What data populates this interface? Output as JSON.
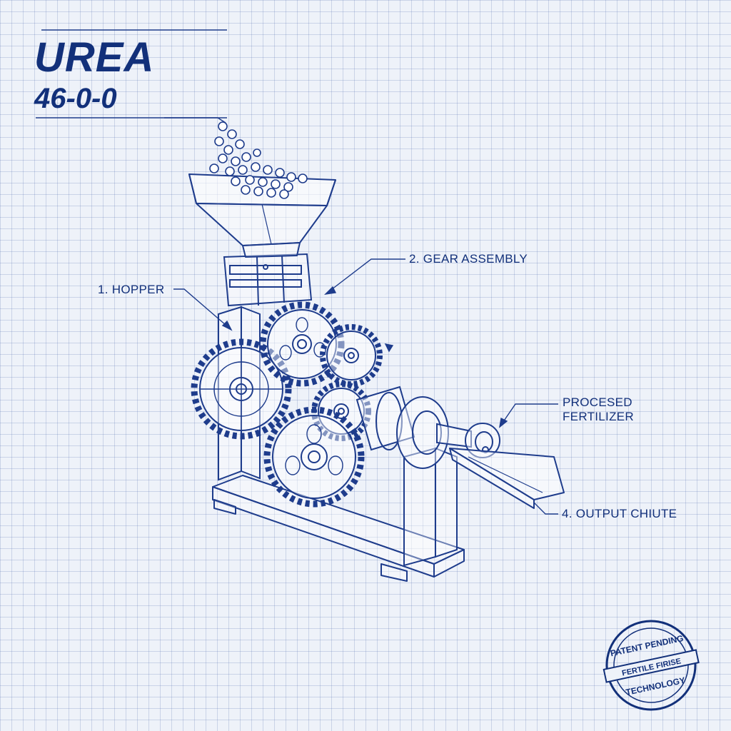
{
  "title": "UREA",
  "subtitle": "46-0-0",
  "callouts": {
    "hopper": "1. HOPPER",
    "gear_assembly": "2. GEAR ASSEMBLY",
    "processed_line1": "PROCESED",
    "processed_line2": "FERTILIZER",
    "output_chute": "4. OUTPUT CHIUTE"
  },
  "stamp": {
    "top_text": "PATENT PENDING",
    "band_text": "FERTILE FIRISE",
    "bottom_text": "TECHNOLOGY"
  },
  "colors": {
    "ink": "#12307a",
    "line": "#1e3c8c",
    "paper": "#eef2f9"
  }
}
